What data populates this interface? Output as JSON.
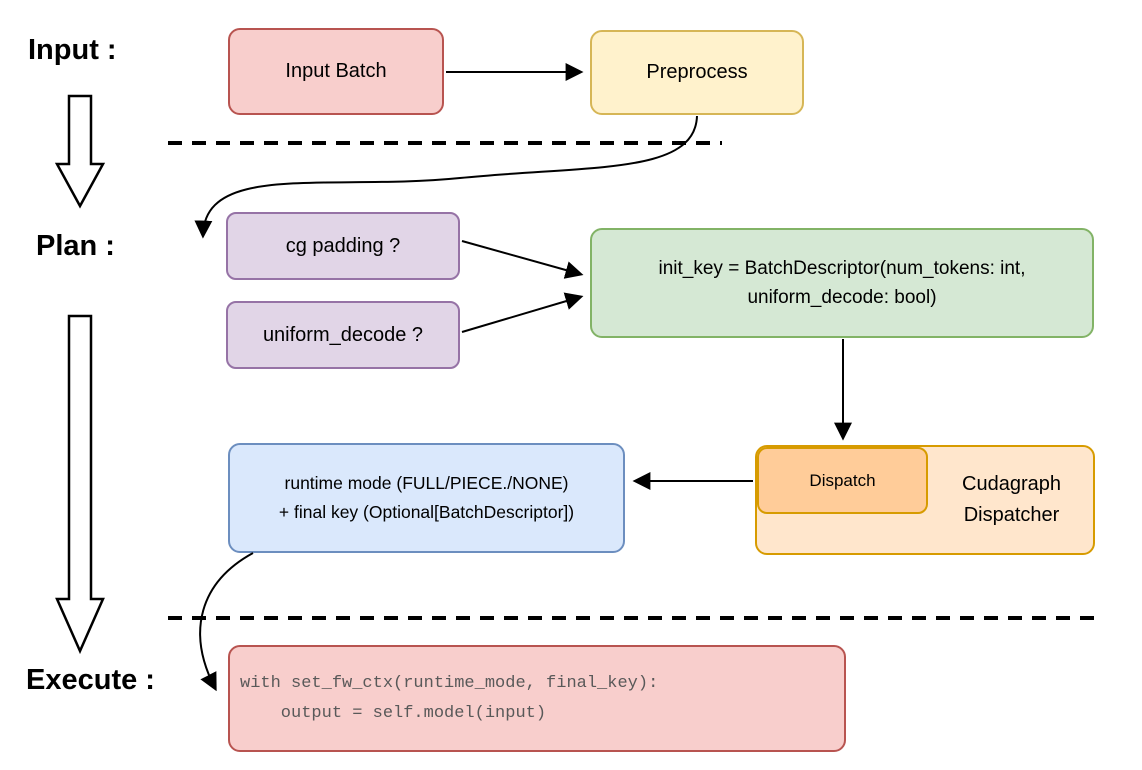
{
  "stages": {
    "input": "Input :",
    "plan": "Plan :",
    "execute": "Execute :"
  },
  "nodes": {
    "input_batch": "Input Batch",
    "preprocess": "Preprocess",
    "cg_padding": "cg padding ?",
    "uniform_decode": "uniform_decode ?",
    "init_key_line1": "init_key = BatchDescriptor(num_tokens: int,",
    "init_key_line2": "uniform_decode: bool)",
    "dispatch": "Dispatch",
    "cudagraph_dispatcher": "Cudagraph Dispatcher",
    "runtime_line1": "runtime mode (FULL/PIECE./NONE)",
    "runtime_line2": "+ final key (Optional[BatchDescriptor])",
    "code_line1": "with set_fw_ctx(runtime_mode, final_key):",
    "code_line2": "    output = self.model(input)"
  },
  "colors": {
    "red_fill": "#F8CECC",
    "red_stroke": "#B85450",
    "yellow_fill": "#FFF2CC",
    "yellow_stroke": "#D6B656",
    "purple_fill": "#E1D5E7",
    "purple_stroke": "#9673A6",
    "green_fill": "#D5E8D4",
    "green_stroke": "#82B366",
    "blue_fill": "#DAE8FC",
    "blue_stroke": "#6C8EBF",
    "orange_outer_fill": "#FFE6CC",
    "orange_inner_fill": "#FFCC99",
    "orange_stroke": "#D79B00",
    "arrow_color": "#000000",
    "code_text": "#595959"
  }
}
